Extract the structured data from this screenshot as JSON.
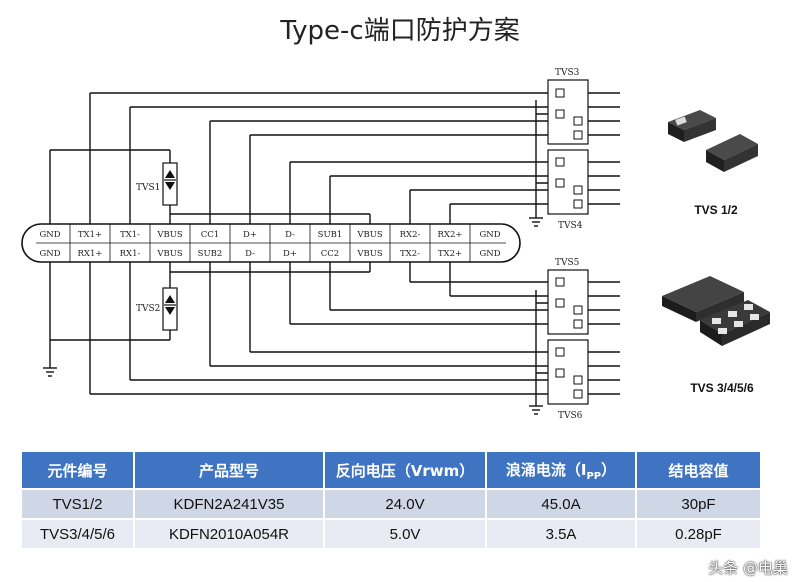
{
  "title": "Type-c端口防护方案",
  "connector": {
    "top_row": [
      "GND",
      "TX1+",
      "TX1-",
      "VBUS",
      "CC1",
      "D+",
      "D-",
      "SUB1",
      "VBUS",
      "RX2-",
      "RX2+",
      "GND"
    ],
    "bottom_row": [
      "GND",
      "RX1+",
      "RX1-",
      "VBUS",
      "SUB2",
      "D-",
      "D+",
      "CC2",
      "VBUS",
      "TX2-",
      "TX2+",
      "GND"
    ]
  },
  "devices": {
    "tvs1": "TVS1",
    "tvs2": "TVS2",
    "tvs3": "TVS3",
    "tvs4": "TVS4",
    "tvs5": "TVS5",
    "tvs6": "TVS6"
  },
  "packages": {
    "small": "TVS 1/2",
    "large": "TVS 3/4/5/6"
  },
  "table": {
    "headers": [
      "元件编号",
      "产品型号",
      "反向电压（Vrwm）",
      "浪涌电流（I",
      "结电容值"
    ],
    "surge_sub": "PP",
    "surge_tail": "）",
    "rows": [
      [
        "TVS1/2",
        "KDFN2A241V35",
        "24.0V",
        "45.0A",
        "30pF"
      ],
      [
        "TVS3/4/5/6",
        "KDFN2010A054R",
        "5.0V",
        "3.5A",
        "0.28pF"
      ]
    ]
  },
  "watermark": "头条 @电巢",
  "colors": {
    "header_bg": "#3f74c3",
    "row_a": "#cfd6e6",
    "row_b": "#e8ebf3"
  }
}
